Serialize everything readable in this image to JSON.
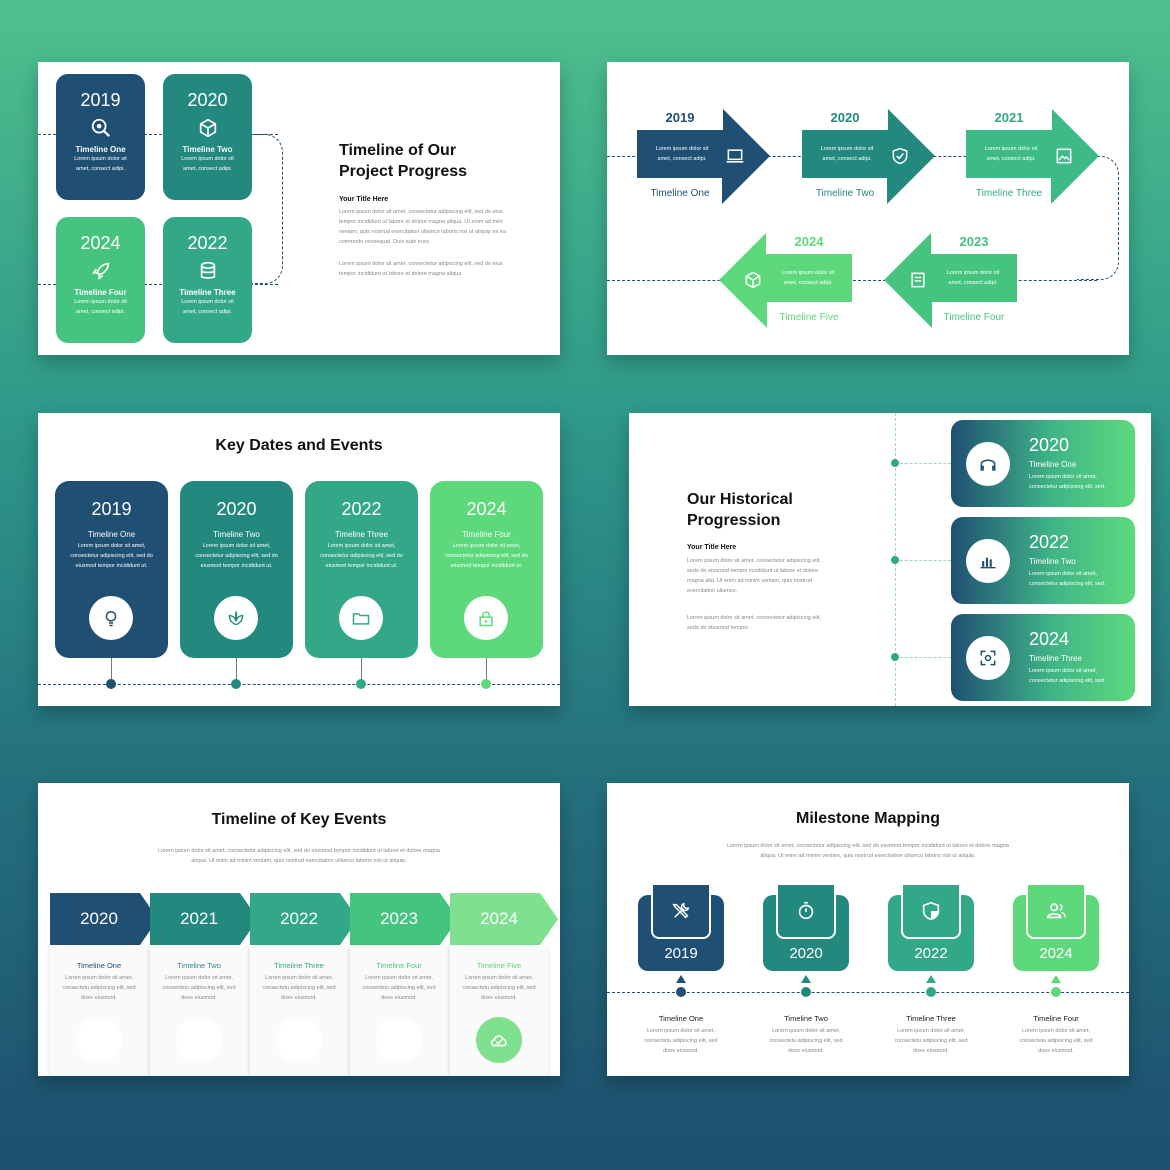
{
  "s1": {
    "title": "Timeline of Our Project Progress",
    "subtitle": "Your Title Here",
    "para1": "Lorem ipsum dolor sit amet, consectetur adipiscing elit, sed do eius tempor incididunt ut labore et dolore magna aliqua. Ut enim ad mini veniam, quis nostrud exercitation ullamco laboris nisi ut aliquip ex ea commodo consequat. Duis aute irure.",
    "para2": "Lorem ipsum dolor sit amet, consectetur adipiscing elit, sed do eius tempor incididunt ut labore et dolore magna aliqua.",
    "cards": [
      {
        "year": "2019",
        "label": "Timeline One",
        "text": "Lorem ipsum dolor sit amet, consect adipi.",
        "icon": "search-gear-icon"
      },
      {
        "year": "2020",
        "label": "Timeline Two",
        "text": "Lorem ipsum dolor sit amet, consect adipi.",
        "icon": "cube-icon"
      },
      {
        "year": "2024",
        "label": "Timeline Four",
        "text": "Lorem ipsum dolor sit amet, consect adipi.",
        "icon": "rocket-icon"
      },
      {
        "year": "2022",
        "label": "Timeline Three",
        "text": "Lorem ipsum dolor sit amet, consect adipi.",
        "icon": "database-icon"
      }
    ]
  },
  "s2": {
    "arrows": [
      {
        "year": "2019",
        "label": "Timeline One",
        "text": "Lorem ipsum dolor sit amet, consect adipi.",
        "icon": "laptop-icon"
      },
      {
        "year": "2020",
        "label": "Timeline Two",
        "text": "Lorem ipsum dolor sit amet, consect adipi.",
        "icon": "shield-icon"
      },
      {
        "year": "2021",
        "label": "Timeline Three",
        "text": "Lorem ipsum dolor sit amet, consect adipi.",
        "icon": "image-icon"
      },
      {
        "year": "2023",
        "label": "Timeline Four",
        "text": "Lorem ipsum dolor sit amet, consect adipi.",
        "icon": "document-icon"
      },
      {
        "year": "2024",
        "label": "Timeline Five",
        "text": "Lorem ipsum dolor sit amet, consect adipi.",
        "icon": "box-icon"
      }
    ]
  },
  "s3": {
    "title": "Key Dates and Events",
    "cards": [
      {
        "year": "2019",
        "label": "Timeline One",
        "text": "Lorem ipsum dolor sit amet, consectetur adipiscing elit, sed do eiusmod tempor incididunt ut.",
        "icon": "bulb-icon"
      },
      {
        "year": "2020",
        "label": "Timeline Two",
        "text": "Lorem ipsum dolor sit amet, consectetur adipiscing elit, sed do eiusmod tempor incididunt ut.",
        "icon": "leaf-icon"
      },
      {
        "year": "2022",
        "label": "Timeline Three",
        "text": "Lorem ipsum dolor sit amet, consectetur adipiscing elit, sed do eiusmod tempor incididunt ut.",
        "icon": "folder-icon"
      },
      {
        "year": "2024",
        "label": "Timeline Four",
        "text": "Lorem ipsum dolor sit amet, consectetur adipiscing elit, sed do eiusmod tempor incididunt ut.",
        "icon": "lock-icon"
      }
    ]
  },
  "s4": {
    "title": "Our Historical Progression",
    "subtitle": "Your Title Here",
    "para1": "Lorem ipsum dolor sit amet, consectetur adipiscing elit, sedo do eiusmod tempor incididunt ut labore et dolore magna aliq. Ut enim ad minim veniam, quis nostrud exercitation ullamco.",
    "para2": "Lorem ipsum dolor sit amet, consectetur adipiscing elit, sedo do eiusmod tempor.",
    "cards": [
      {
        "year": "2020",
        "label": "Timeline One",
        "text": "Lorem ipsum dolor sit amet, consectetur adipiscing elit, sed.",
        "icon": "headphones-icon"
      },
      {
        "year": "2022",
        "label": "Timeline Two",
        "text": "Lorem ipsum dolor sit amet, consectetur adipiscing elit, sed.",
        "icon": "bar-chart-icon"
      },
      {
        "year": "2024",
        "label": "Timeline Three",
        "text": "Lorem ipsum dolor sit amet, consectetur adipiscing elit, sed.",
        "icon": "scan-icon"
      }
    ]
  },
  "s5": {
    "title": "Timeline of Key Events",
    "intro": "Lorem ipsum dolor sit amet, consectetur adipiscing elit, sed do eiusmod tempor incididunt ut labore et dolore magna aliqua. Ut enim ad minim veniam, quis nostrud exercitation ullamco laboris nisi ut aliquip.",
    "cols": [
      {
        "year": "2020",
        "label": "Timeline One",
        "text": "Lorem ipsum dolor sit amet, consectetu adipiscing elit, sed does eiusmod.",
        "icon": "users-icon"
      },
      {
        "year": "2021",
        "label": "Timeline Two",
        "text": "Lorem ipsum dolor sit amet, consectetu adipiscing elit, sed does eiusmod.",
        "icon": "grid-icon"
      },
      {
        "year": "2022",
        "label": "Timeline Three",
        "text": "Lorem ipsum dolor sit amet, consectetu adipiscing elit, sed does eiusmod.",
        "icon": "factory-icon"
      },
      {
        "year": "2023",
        "label": "Timeline Four",
        "text": "Lorem ipsum dolor sit amet, consectetu adipiscing elit, sed does eiusmod.",
        "icon": "tools-icon"
      },
      {
        "year": "2024",
        "label": "Timeline Five",
        "text": "Lorem ipsum dolor sit amet, consectetu adipiscing elit, sed does eiusmod.",
        "icon": "cloud-check-icon"
      }
    ]
  },
  "s6": {
    "title": "Milestone Mapping",
    "intro": "Lorem ipsum dolor sit amet, consectetur adipiscing elit, sed do eiusmod tempor incididunt ut labore et dolore magna aliqua. Ut enim ad minim veniam, quis nostrud exercitation ullamco laboris nisi ut aliquip.",
    "items": [
      {
        "year": "2019",
        "label": "Timeline One",
        "text": "Lorem ipsum dolor sit amet, consectetu adipiscing elit, sed does eiusmod.",
        "icon": "tools-icon"
      },
      {
        "year": "2020",
        "label": "Timeline Two",
        "text": "Lorem ipsum dolor sit amet, consectetu adipiscing elit, sed does eiusmod.",
        "icon": "stopwatch-icon"
      },
      {
        "year": "2022",
        "label": "Timeline Three",
        "text": "Lorem ipsum dolor sit amet, consectetu adipiscing elit, sed does eiusmod.",
        "icon": "shield-icon"
      },
      {
        "year": "2024",
        "label": "Timeline Four",
        "text": "Lorem ipsum dolor sit amet, consectetu adipiscing elit, sed does eiusmod.",
        "icon": "user-group-icon"
      }
    ]
  },
  "colors": {
    "navy": "#1f4f73",
    "teal": "#23897f",
    "green": "#32a889",
    "lightgreen": "#45c47f",
    "lime": "#5dd97c"
  }
}
